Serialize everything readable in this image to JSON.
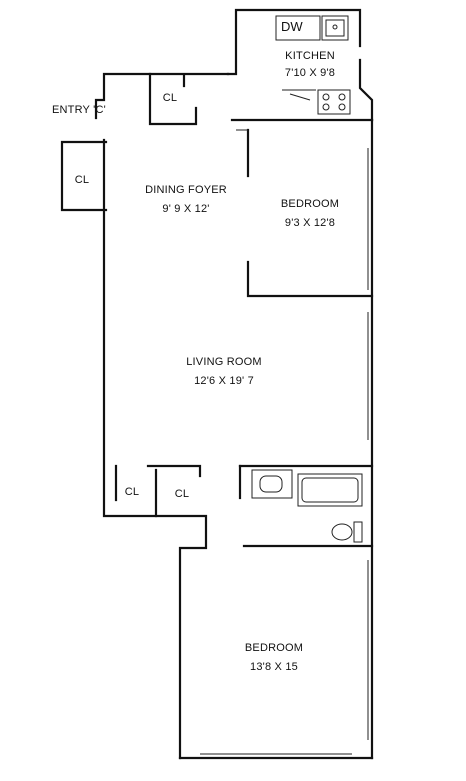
{
  "rooms": {
    "kitchen": {
      "name": "KITCHEN",
      "size": "7'10 X 9'8"
    },
    "dining_foyer": {
      "name": "DINING FOYER",
      "size": "9' 9 X 12'"
    },
    "bedroom_1": {
      "name": "BEDROOM",
      "size": "9'3 X 12'8"
    },
    "living_room": {
      "name": "LIVING ROOM",
      "size": "12'6 X 19' 7"
    },
    "bedroom_2": {
      "name": "BEDROOM",
      "size": "13'8 X 15"
    }
  },
  "entry": {
    "label": "ENTRY 'C'"
  },
  "closets": {
    "top": "CL",
    "left": "CL",
    "bottom_left": "CL",
    "bottom_right": "CL"
  },
  "appliances": {
    "dishwasher": "DW"
  }
}
